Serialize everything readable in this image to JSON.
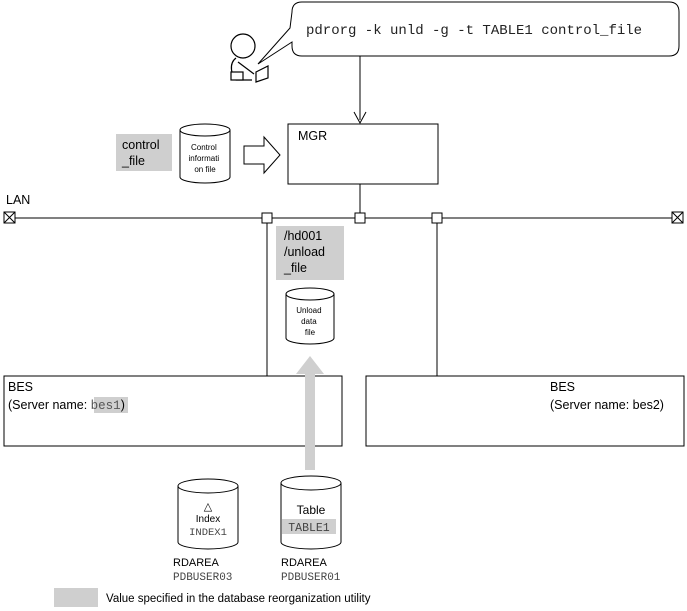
{
  "command": {
    "text": "pdrorg -k unld -g -t TABLE1 control_file"
  },
  "control_file_label": [
    "control",
    "_file"
  ],
  "control_info_file": [
    "Control",
    "informati",
    "on file"
  ],
  "mgr": {
    "label": "MGR"
  },
  "lan": {
    "label": "LAN"
  },
  "unload_path": [
    "/hd001",
    "/unload",
    "_file"
  ],
  "unload_data_file": [
    "Unload",
    "data",
    "file"
  ],
  "bes1": {
    "title": "BES",
    "server_prefix": "(Server name: ",
    "server_name": "bes1",
    "server_suffix": ")"
  },
  "bes2": {
    "title": "BES",
    "server_text": "(Server name: bes2)"
  },
  "index_db": {
    "symbol": "△",
    "label": "Index",
    "name": "INDEX1"
  },
  "table_db": {
    "label": "Table",
    "name": "TABLE1"
  },
  "rdarea_index": {
    "label": "RDAREA",
    "name": "PDBUSER03"
  },
  "rdarea_table": {
    "label": "RDAREA",
    "name": "PDBUSER01"
  },
  "legend": {
    "text": "Value specified in the database reorganization utility"
  },
  "colors": {
    "highlight": "#cfcfcf",
    "line": "#000000"
  },
  "icons": [
    "user-at-terminal-icon",
    "terminator-icon",
    "database-cylinder-icon",
    "arrow-icon"
  ]
}
